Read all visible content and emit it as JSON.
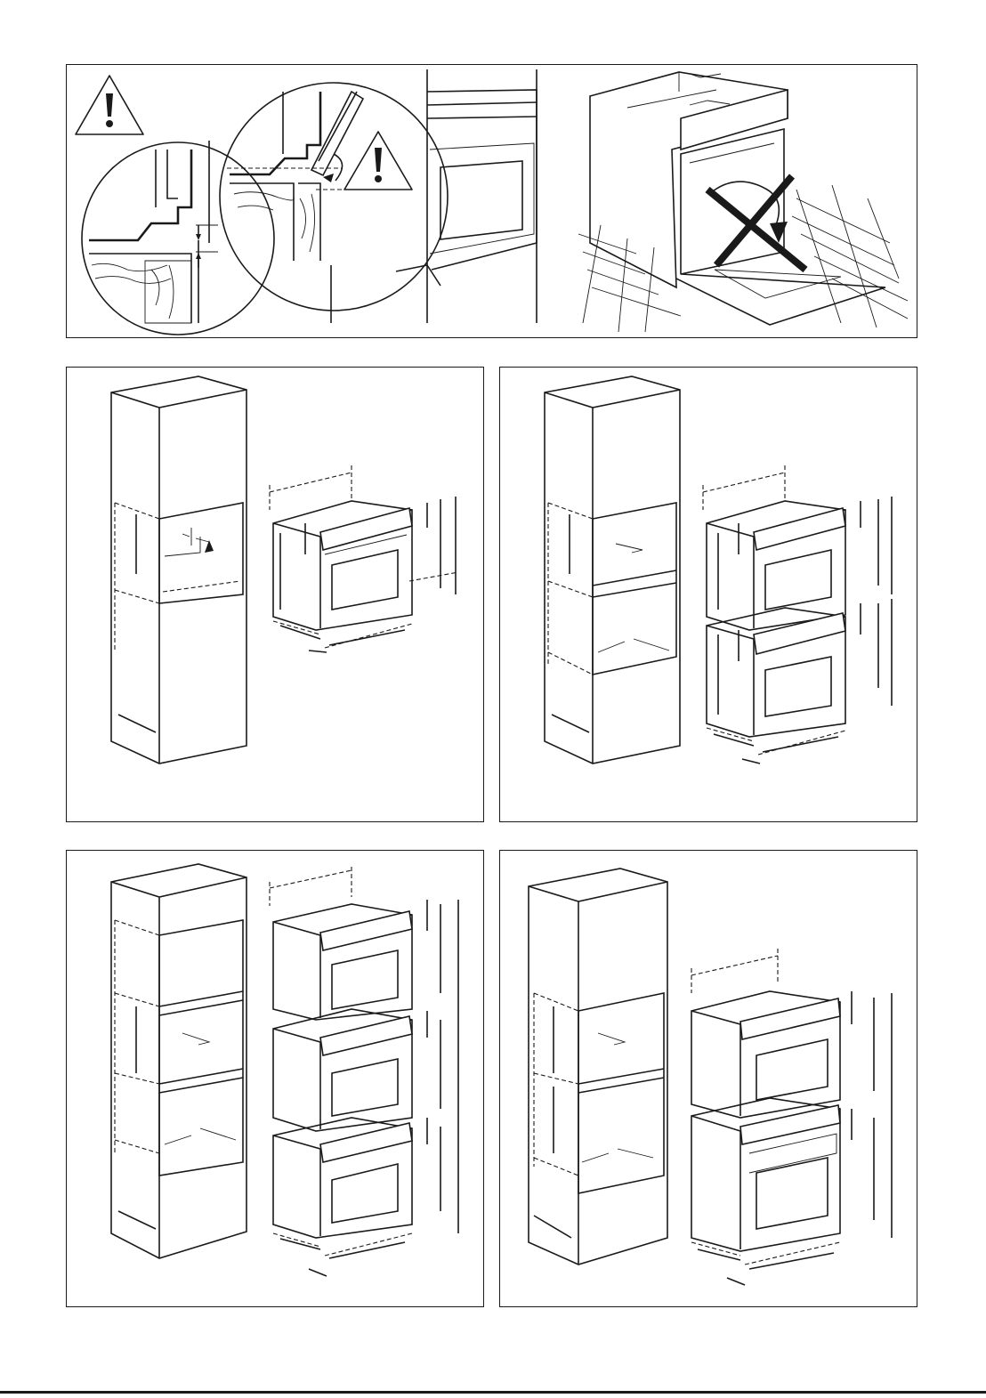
{
  "page": {
    "title": "",
    "panels": [
      {
        "id": "top",
        "content": "warning-detail-and-door-misuse"
      },
      {
        "id": "a",
        "content": "cabinet-single-appliance"
      },
      {
        "id": "b",
        "content": "cabinet-two-appliances"
      },
      {
        "id": "c",
        "content": "cabinet-three-appliances"
      },
      {
        "id": "d",
        "content": "cabinet-two-appliances-raised"
      }
    ]
  },
  "icons": {
    "warning": "warning-triangle-icon",
    "prohibited": "prohibited-cross-icon"
  },
  "colors": {
    "line": "#1a1a1a",
    "background": "#ffffff"
  }
}
